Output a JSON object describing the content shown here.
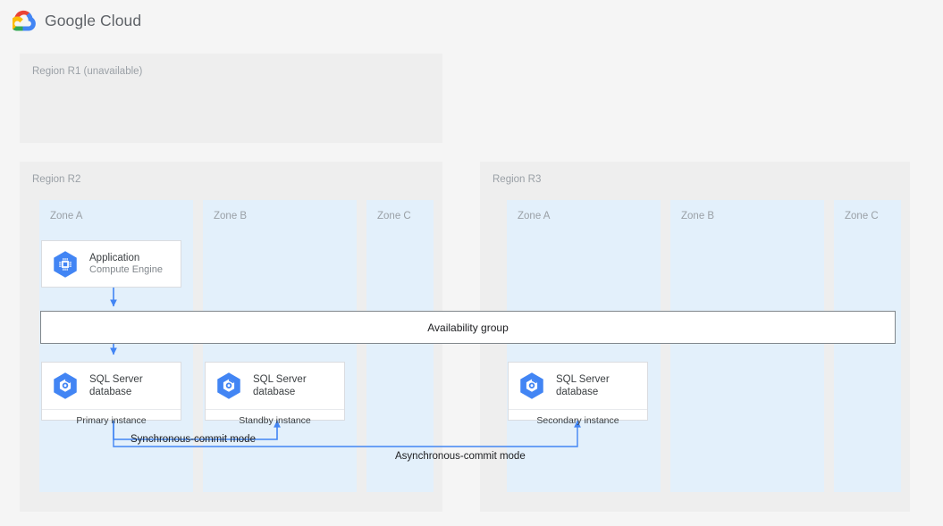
{
  "header": {
    "logo_icon": "google-cloud-logo-icon",
    "wordmark": "Google Cloud"
  },
  "colors": {
    "page_background": "#f5f5f5",
    "region_background": "#eeeeee",
    "zone_background": "#e3f0fb",
    "node_background": "#ffffff",
    "node_border": "#dadce0",
    "connector_blue": "#4285f4",
    "label_grey": "#9aa0a6",
    "text_dark": "#3c4043",
    "icon_blue": "#4285f4"
  },
  "regions": [
    {
      "id": "r1",
      "label": "Region R1 (unavailable)",
      "unavailable": true,
      "zones": []
    },
    {
      "id": "r2",
      "label": "Region R2",
      "unavailable": false,
      "zones": [
        {
          "id": "r2-za",
          "label": "Zone A"
        },
        {
          "id": "r2-zb",
          "label": "Zone B"
        },
        {
          "id": "r2-zc",
          "label": "Zone C"
        }
      ]
    },
    {
      "id": "r3",
      "label": "Region R3",
      "unavailable": false,
      "zones": [
        {
          "id": "r3-za",
          "label": "Zone A"
        },
        {
          "id": "r3-zb",
          "label": "Zone B"
        },
        {
          "id": "r3-zc",
          "label": "Zone C"
        }
      ]
    }
  ],
  "nodes": {
    "application": {
      "icon": "compute-engine-icon",
      "title": "Application",
      "subtitle": "Compute Engine"
    },
    "primary_db": {
      "icon": "sql-server-database-icon",
      "title": "SQL Server\ndatabase",
      "footer": "Primary instance"
    },
    "standby_db": {
      "icon": "sql-server-database-icon",
      "title": "SQL Server\ndatabase",
      "footer": "Standby instance"
    },
    "secondary_db": {
      "icon": "sql-server-database-icon",
      "title": "SQL Server\ndatabase",
      "footer": "Secondary instance"
    }
  },
  "availability_group": {
    "label": "Availability group"
  },
  "edges": {
    "synchronous": "Synchronous-commit mode",
    "asynchronous": "Asynchronous-commit mode"
  }
}
